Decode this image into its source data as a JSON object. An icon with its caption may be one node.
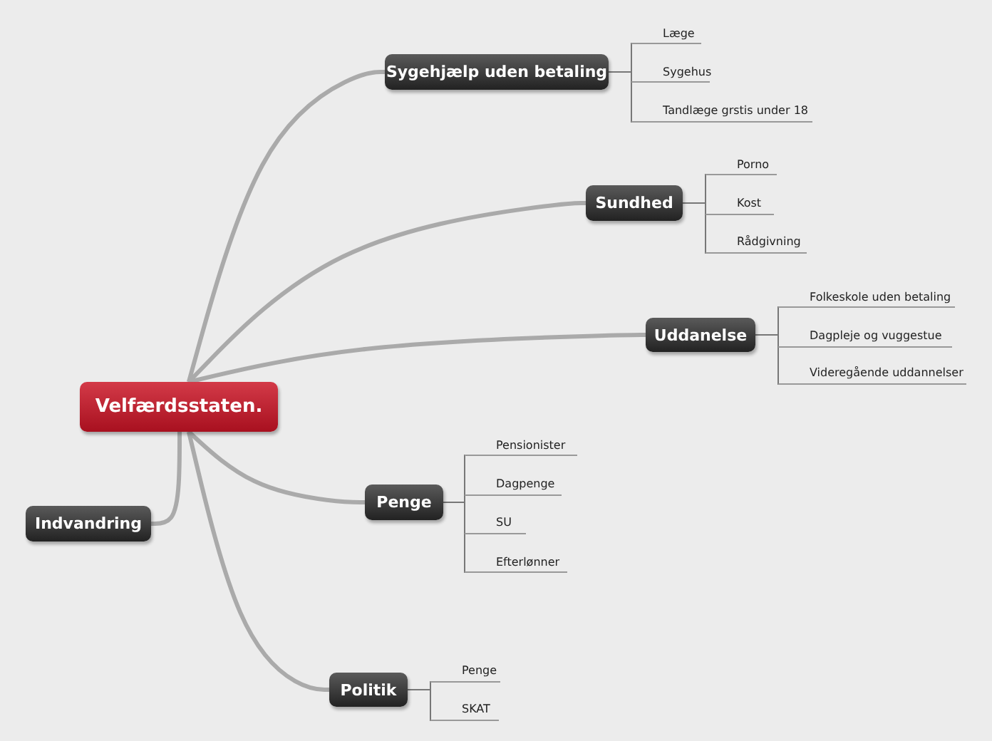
{
  "diagram": {
    "nodes": [
      {
        "text": [
          "Velfærdsstaten."
        ]
      },
      {
        "text": [
          "Sygehjælp uden betaling"
        ]
      },
      {
        "text": [
          "Læge"
        ]
      },
      {
        "text": [
          "Sygehus"
        ]
      },
      {
        "text": [
          "Tandlæge grstis under 18"
        ]
      },
      {
        "text": [
          "Sundhed"
        ]
      },
      {
        "text": [
          "Porno"
        ]
      },
      {
        "text": [
          "Kost"
        ]
      },
      {
        "text": [
          "Rådgivning"
        ]
      },
      {
        "text": [
          "Uddanelse"
        ]
      },
      {
        "text": [
          "Folkeskole uden betaling"
        ]
      },
      {
        "text": [
          "Dagpleje og vuggestue"
        ]
      },
      {
        "text": [
          "Videregående uddannelser"
        ]
      },
      {
        "text": [
          "Penge"
        ]
      },
      {
        "text": [
          "Pensionister"
        ]
      },
      {
        "text": [
          "Dagpenge"
        ]
      },
      {
        "text": [
          "SU"
        ]
      },
      {
        "text": [
          "Efterlønner"
        ]
      },
      {
        "text": [
          "Indvandring"
        ]
      },
      {
        "text": [
          "Politik"
        ]
      },
      {
        "text": [
          "Penge"
        ]
      },
      {
        "text": [
          "SKAT"
        ]
      }
    ],
    "edges": [
      {
        "from": 0,
        "to": 1,
        "arrow": "none",
        "style": "thick"
      },
      {
        "from": 0,
        "to": 5,
        "arrow": "none",
        "style": "thick"
      },
      {
        "from": 0,
        "to": 9,
        "arrow": "none",
        "style": "thick"
      },
      {
        "from": 0,
        "to": 13,
        "arrow": "none",
        "style": "thick"
      },
      {
        "from": 0,
        "to": 18,
        "arrow": "none",
        "style": "thick"
      },
      {
        "from": 0,
        "to": 19,
        "arrow": "none",
        "style": "thick"
      },
      {
        "from": 1,
        "to": 2,
        "arrow": "none"
      },
      {
        "from": 1,
        "to": 3,
        "arrow": "none"
      },
      {
        "from": 1,
        "to": 4,
        "arrow": "none"
      },
      {
        "from": 5,
        "to": 6,
        "arrow": "none"
      },
      {
        "from": 5,
        "to": 7,
        "arrow": "none"
      },
      {
        "from": 5,
        "to": 8,
        "arrow": "none"
      },
      {
        "from": 9,
        "to": 10,
        "arrow": "none"
      },
      {
        "from": 9,
        "to": 11,
        "arrow": "none"
      },
      {
        "from": 9,
        "to": 12,
        "arrow": "none"
      },
      {
        "from": 13,
        "to": 14,
        "arrow": "none"
      },
      {
        "from": 13,
        "to": 15,
        "arrow": "none"
      },
      {
        "from": 13,
        "to": 16,
        "arrow": "none"
      },
      {
        "from": 13,
        "to": 17,
        "arrow": "none"
      },
      {
        "from": 19,
        "to": 20,
        "arrow": "none"
      },
      {
        "from": 19,
        "to": 21,
        "arrow": "none"
      }
    ]
  }
}
